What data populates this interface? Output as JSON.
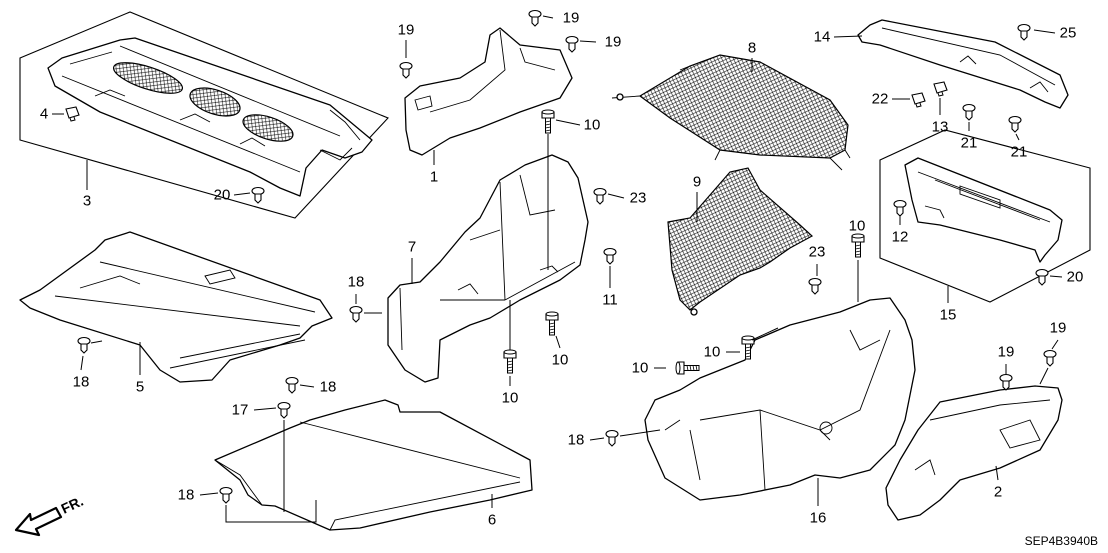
{
  "diagram": {
    "callouts": [
      "19",
      "19",
      "19",
      "8",
      "14",
      "25",
      "4",
      "10",
      "22",
      "13",
      "21",
      "21",
      "1",
      "3",
      "20",
      "23",
      "9",
      "12",
      "10",
      "7",
      "23",
      "18",
      "11",
      "20",
      "15",
      "18",
      "5",
      "10",
      "10",
      "10",
      "19",
      "19",
      "10",
      "18",
      "17",
      "18",
      "2",
      "18",
      "6",
      "16"
    ],
    "direction_label": "FR.",
    "diagram_code": "SEP4B3940B"
  },
  "colors": {
    "line": "#000000",
    "background": "#ffffff"
  },
  "icons": {
    "direction": "front-direction-arrow-icon"
  }
}
